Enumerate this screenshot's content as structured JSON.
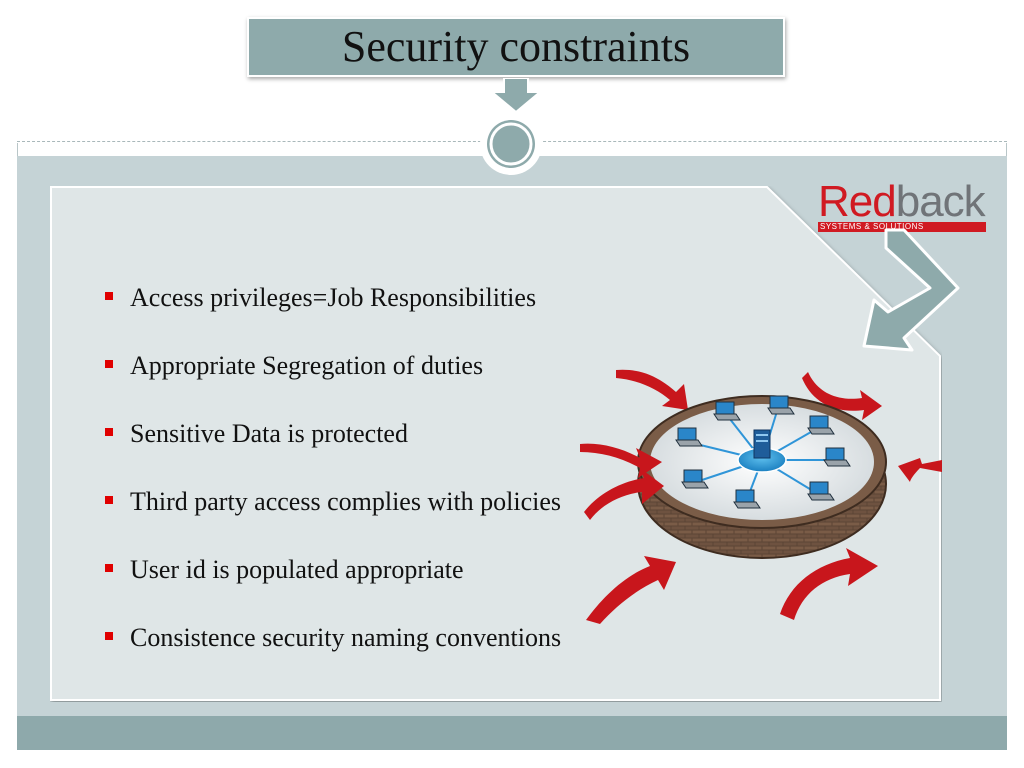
{
  "slide": {
    "title": "Security constraints",
    "bullets": [
      {
        "text": "Access privileges=Job Responsibilities"
      },
      {
        "text": "Appropriate Segregation of duties"
      },
      {
        "text": "Sensitive Data is protected"
      },
      {
        "text": "Third party access complies with policies"
      },
      {
        "text": "User id is populated appropriate"
      },
      {
        "text": "Consistence security naming conventions"
      }
    ]
  },
  "logo": {
    "word_red": "Red",
    "word_grey": "back",
    "tagline": "SYSTEMS & SOLUTIONS"
  },
  "colors": {
    "accent": "#8eaaab",
    "body_background": "#c5d3d6",
    "panel": "#dfe6e7",
    "bullet": "#e00000",
    "brand_red": "#d01a22"
  },
  "icons": {
    "bullet": "red-square-bullet-icon",
    "title_connector": "down-arrow-icon",
    "logo_pointer": "bent-arrow-icon",
    "illustration": "protected-network-illustration"
  }
}
